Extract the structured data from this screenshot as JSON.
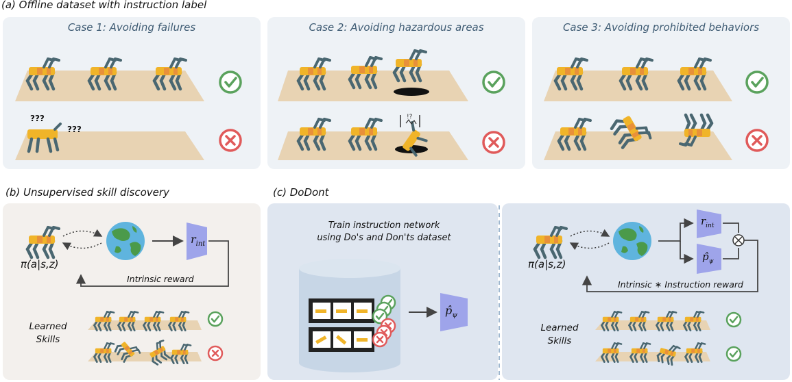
{
  "headers": {
    "a": "(a) Offline dataset with instruction label",
    "b": "(b) Unsupervised skill discovery",
    "c": "(c) DoDont"
  },
  "cases": [
    {
      "title": "Case 1: Avoiding failures"
    },
    {
      "title": "Case 2: Avoiding hazardous areas"
    },
    {
      "title": "Case 3: Avoiding prohibited behaviors"
    }
  ],
  "case1": {
    "confused_marks": "???"
  },
  "panel_b": {
    "policy": "π(a|s,z)",
    "intrinsic_symbol": "r",
    "intrinsic_sub": "int",
    "feedback_label": "Intrinsic reward",
    "learned_skills": [
      "Learned",
      "Skills"
    ]
  },
  "panel_c_left": {
    "train_text": [
      "Train instruction network",
      "using Do's and Don'ts dataset"
    ],
    "network_symbol": "p̂",
    "network_sub": "ψ"
  },
  "panel_c_right": {
    "policy": "π(a|s,z)",
    "intrinsic_symbol": "r",
    "intrinsic_sub": "int",
    "instruction_symbol": "p̂",
    "instruction_sub": "ψ",
    "multiply_symbol": "⊗",
    "feedback_label": "Intrinsic ∗ Instruction reward",
    "learned_skills": [
      "Learned",
      "Skills"
    ]
  },
  "colors": {
    "panel_blue": "#eef2f6",
    "panel_b_bg": "#f3f0ed",
    "panel_c_bg": "#dfe6f0",
    "floor": "#e8d3b3",
    "robot_body": "#f0b429",
    "robot_leg": "#4a6771",
    "check": "#5aa25d",
    "cross": "#e05a5a",
    "network": "#9ea4ea"
  },
  "icons": [
    "check-icon",
    "cross-icon",
    "earth-icon",
    "robot-icon",
    "dataset-cylinder-icon"
  ]
}
